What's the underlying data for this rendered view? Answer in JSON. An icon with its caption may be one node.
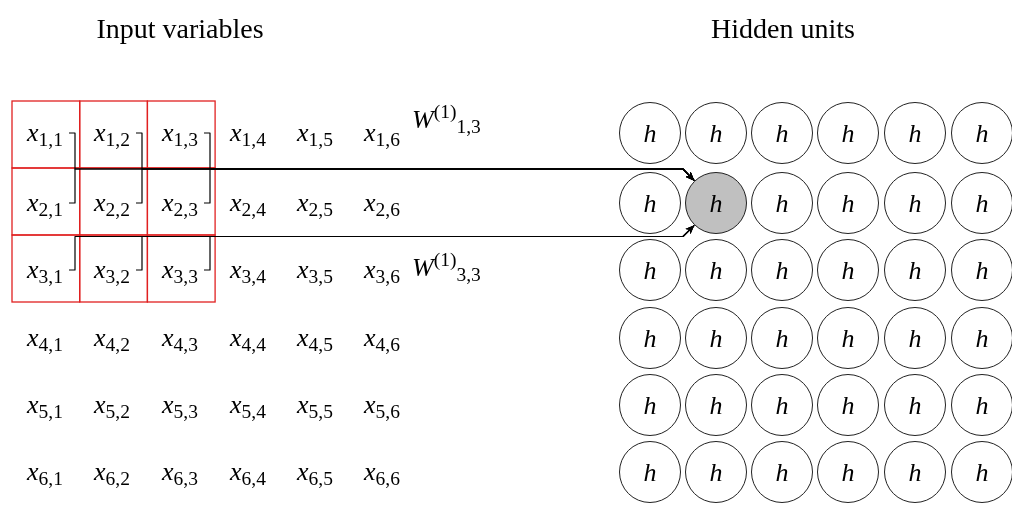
{
  "diagram": {
    "nodes": [
      {
        "text": [
          "*x*$_{1,1}$"
        ]
      },
      {
        "text": [
          "*x*$_{1,2}$"
        ]
      },
      {
        "text": [
          "*x*$_{1,3}$"
        ]
      },
      {
        "text": [
          "*x*$_{1,4}$"
        ]
      },
      {
        "text": [
          "*x*$_{1,5}$"
        ]
      },
      {
        "text": [
          "*x*$_{1,6}$"
        ]
      },
      {
        "text": [
          "*x*$_{2,1}$"
        ]
      },
      {
        "text": [
          "*x*$_{2,2}$"
        ]
      },
      {
        "text": [
          "*x*$_{2,3}$"
        ]
      },
      {
        "text": [
          "*x*$_{2,4}$"
        ]
      },
      {
        "text": [
          "*x*$_{2,5}$"
        ]
      },
      {
        "text": [
          "*x*$_{2,6}$"
        ]
      },
      {
        "text": [
          "*x*$_{3,1}$"
        ]
      },
      {
        "text": [
          "*x*$_{3,2}$"
        ]
      },
      {
        "text": [
          "*x*$_{3,3}$"
        ]
      },
      {
        "text": [
          "*x*$_{3,4}$"
        ]
      },
      {
        "text": [
          "*x*$_{3,5}$"
        ]
      },
      {
        "text": [
          "*x*$_{3,6}$"
        ]
      },
      {
        "text": [
          "*x*$_{4,1}$"
        ]
      },
      {
        "text": [
          "*x*$_{4,2}$"
        ]
      },
      {
        "text": [
          "*x*$_{4,3}$"
        ]
      },
      {
        "text": [
          "*x*$_{4,4}$"
        ]
      },
      {
        "text": [
          "*x*$_{4,5}$"
        ]
      },
      {
        "text": [
          "*x*$_{4,6}$"
        ]
      },
      {
        "text": [
          "*x*$_{5,1}$"
        ]
      },
      {
        "text": [
          "*x*$_{5,2}$"
        ]
      },
      {
        "text": [
          "*x*$_{5,3}$"
        ]
      },
      {
        "text": [
          "*x*$_{5,4}$"
        ]
      },
      {
        "text": [
          "*x*$_{5,5}$"
        ]
      },
      {
        "text": [
          "*x*$_{5,6}$"
        ]
      },
      {
        "text": [
          "*x*$_{6,1}$"
        ]
      },
      {
        "text": [
          "*x*$_{6,2}$"
        ]
      },
      {
        "text": [
          "*x*$_{6,3}$"
        ]
      },
      {
        "text": [
          "*x*$_{6,4}$"
        ]
      },
      {
        "text": [
          "*x*$_{6,5}$"
        ]
      },
      {
        "text": [
          "*x*$_{6,6}$"
        ]
      },
      {
        "text": [
          "h"
        ]
      },
      {
        "text": [
          "h"
        ]
      },
      {
        "text": [
          "h"
        ]
      },
      {
        "text": [
          "h"
        ]
      },
      {
        "text": [
          "h"
        ]
      },
      {
        "text": [
          "h"
        ]
      },
      {
        "text": [
          "h"
        ]
      },
      {
        "text": [
          "h"
        ]
      },
      {
        "text": [
          "h"
        ]
      },
      {
        "text": [
          "h"
        ]
      },
      {
        "text": [
          "h"
        ]
      },
      {
        "text": [
          "h"
        ]
      },
      {
        "text": [
          "h"
        ]
      },
      {
        "text": [
          "h"
        ]
      },
      {
        "text": [
          "h"
        ]
      },
      {
        "text": [
          "h"
        ]
      },
      {
        "text": [
          "h"
        ]
      },
      {
        "text": [
          "h"
        ]
      },
      {
        "text": [
          "h"
        ]
      },
      {
        "text": [
          "h"
        ]
      },
      {
        "text": [
          "h"
        ]
      },
      {
        "text": [
          "h"
        ]
      },
      {
        "text": [
          "h"
        ]
      },
      {
        "text": [
          "h"
        ]
      },
      {
        "text": [
          "h"
        ]
      },
      {
        "text": [
          "h"
        ]
      },
      {
        "text": [
          "h"
        ]
      },
      {
        "text": [
          "h"
        ]
      },
      {
        "text": [
          "h"
        ]
      },
      {
        "text": [
          "h"
        ]
      },
      {
        "text": [
          "h"
        ]
      },
      {
        "text": [
          "h"
        ]
      },
      {
        "text": [
          "h"
        ]
      },
      {
        "text": [
          "h"
        ]
      },
      {
        "text": [
          "h"
        ]
      },
      {
        "text": [
          "h"
        ]
      }
    ],
    "edges": [
      {
        "from": 0,
        "to": 43,
        "arrow": "to"
      },
      {
        "from": 1,
        "to": 43,
        "arrow": "to"
      },
      {
        "from": 2,
        "to": 43,
        "arrow": "to"
      },
      {
        "from": 6,
        "to": 43,
        "arrow": "to"
      },
      {
        "from": 7,
        "to": 43,
        "arrow": "to"
      },
      {
        "from": 8,
        "to": 43,
        "arrow": "to"
      },
      {
        "from": 12,
        "to": 43,
        "arrow": "to"
      },
      {
        "from": 13,
        "to": 43,
        "arrow": "to"
      },
      {
        "from": 14,
        "to": 43,
        "arrow": "to"
      }
    ],
    "labels": [
      "Input variables",
      "Hidden units",
      "*W*$^{(1)}$$_{1,3}$",
      "*W*$^{(1)}$$_{3,3}$"
    ]
  }
}
